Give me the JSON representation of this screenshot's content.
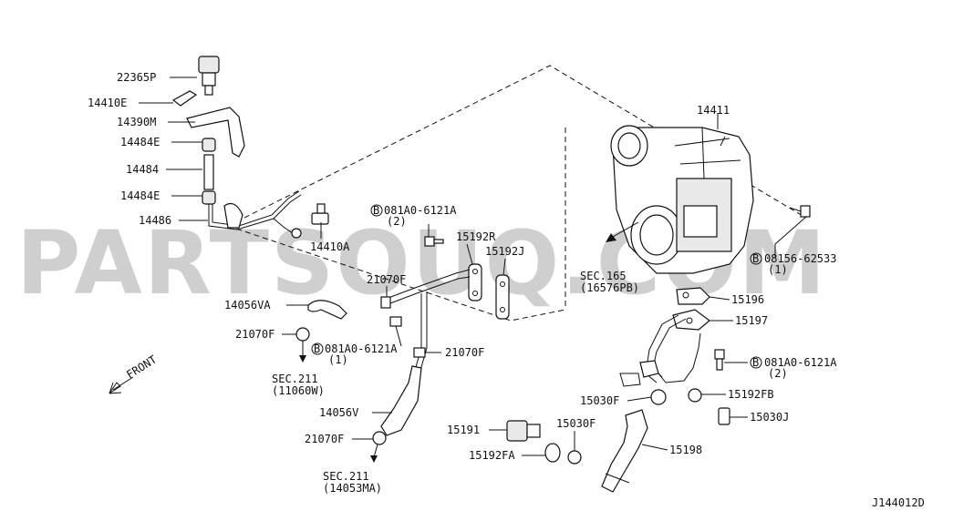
{
  "watermark": "PARTSOUQ.COM",
  "diagram_code": "J144012D",
  "front_label": "FRONT",
  "labels": {
    "p22365P": "22365P",
    "p14410E": "14410E",
    "p14390M": "14390M",
    "p14484E_a": "14484E",
    "p14484": "14484",
    "p14484E_b": "14484E",
    "p14486": "14486",
    "p14410A": "14410A",
    "p081A0_top": "081A0-6121A",
    "p081A0_top_qty": "(2)",
    "p15192R": "15192R",
    "p15192J": "15192J",
    "p21070F_a": "21070F",
    "p14056VA": "14056VA",
    "p21070F_b": "21070F",
    "p081A0_mid": "081A0-6121A",
    "p081A0_mid_qty": "(1)",
    "p21070F_c": "21070F",
    "sec211_a": "SEC.211",
    "sec211_a_ref": "(11060W)",
    "p14056V": "14056V",
    "p21070F_d": "21070F",
    "sec211_b": "SEC.211",
    "sec211_b_ref": "(14053MA)",
    "p14411": "14411",
    "p08156": "08156-62533",
    "p08156_qty": "(1)",
    "sec165": "SEC.165",
    "sec165_ref": "(16576PB)",
    "p15196": "15196",
    "p15197": "15197",
    "p081A0_right": "081A0-6121A",
    "p081A0_right_qty": "(2)",
    "p15192FB": "15192FB",
    "p15030F_a": "15030F",
    "p15030J": "15030J",
    "p15191": "15191",
    "p15030F_b": "15030F",
    "p15192FA": "15192FA",
    "p15198": "15198",
    "bolt_marker": "B"
  }
}
